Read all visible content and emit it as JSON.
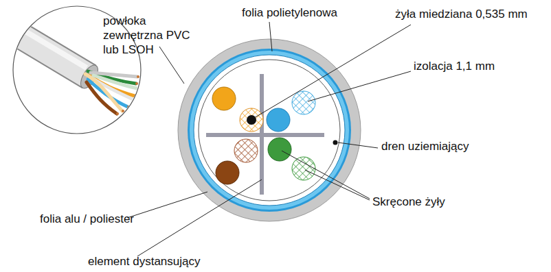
{
  "diagram": {
    "labels": [
      "powłoka zewnętrzna PVC lub LSOH",
      "folia polietylenowa",
      "żyła miedziana 0,535 mm",
      "izolacja 1,1 mm",
      "dren uziemiający",
      "Skręcone żyły",
      "folia alu / poliester",
      "element dystansujący"
    ]
  }
}
